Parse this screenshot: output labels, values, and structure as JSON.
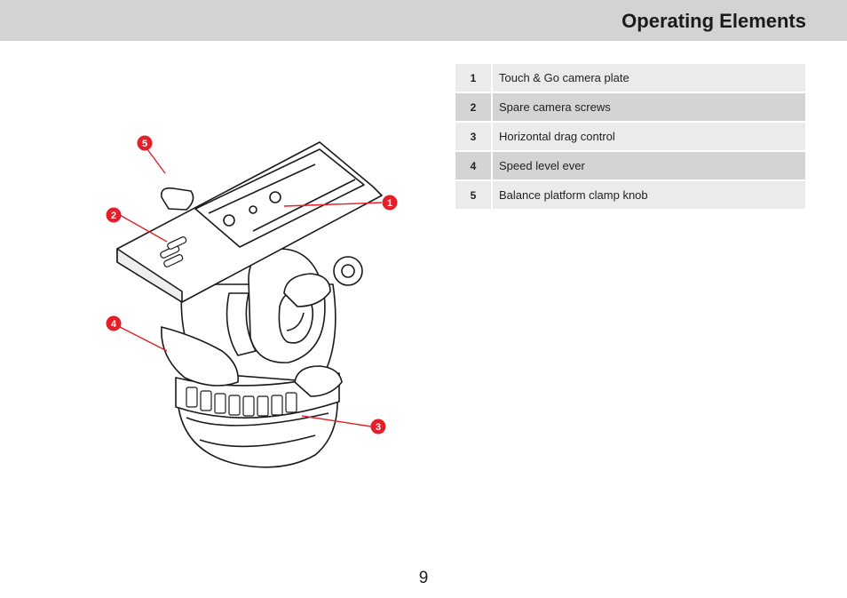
{
  "page": {
    "title": "Operating Elements",
    "page_number": "9"
  },
  "legend": [
    {
      "num": "1",
      "label": "Touch & Go camera plate"
    },
    {
      "num": "2",
      "label": "Spare camera screws"
    },
    {
      "num": "3",
      "label": "Horizontal drag control"
    },
    {
      "num": "4",
      "label": "Speed level ever"
    },
    {
      "num": "5",
      "label": "Balance platform clamp knob"
    }
  ],
  "callouts": [
    "5",
    "2",
    "1",
    "4",
    "3"
  ],
  "colors": {
    "header_bg": "#d3d3d3",
    "callout_red": "#e3202a",
    "row_light": "#ebebeb",
    "row_dark": "#d4d4d4"
  }
}
